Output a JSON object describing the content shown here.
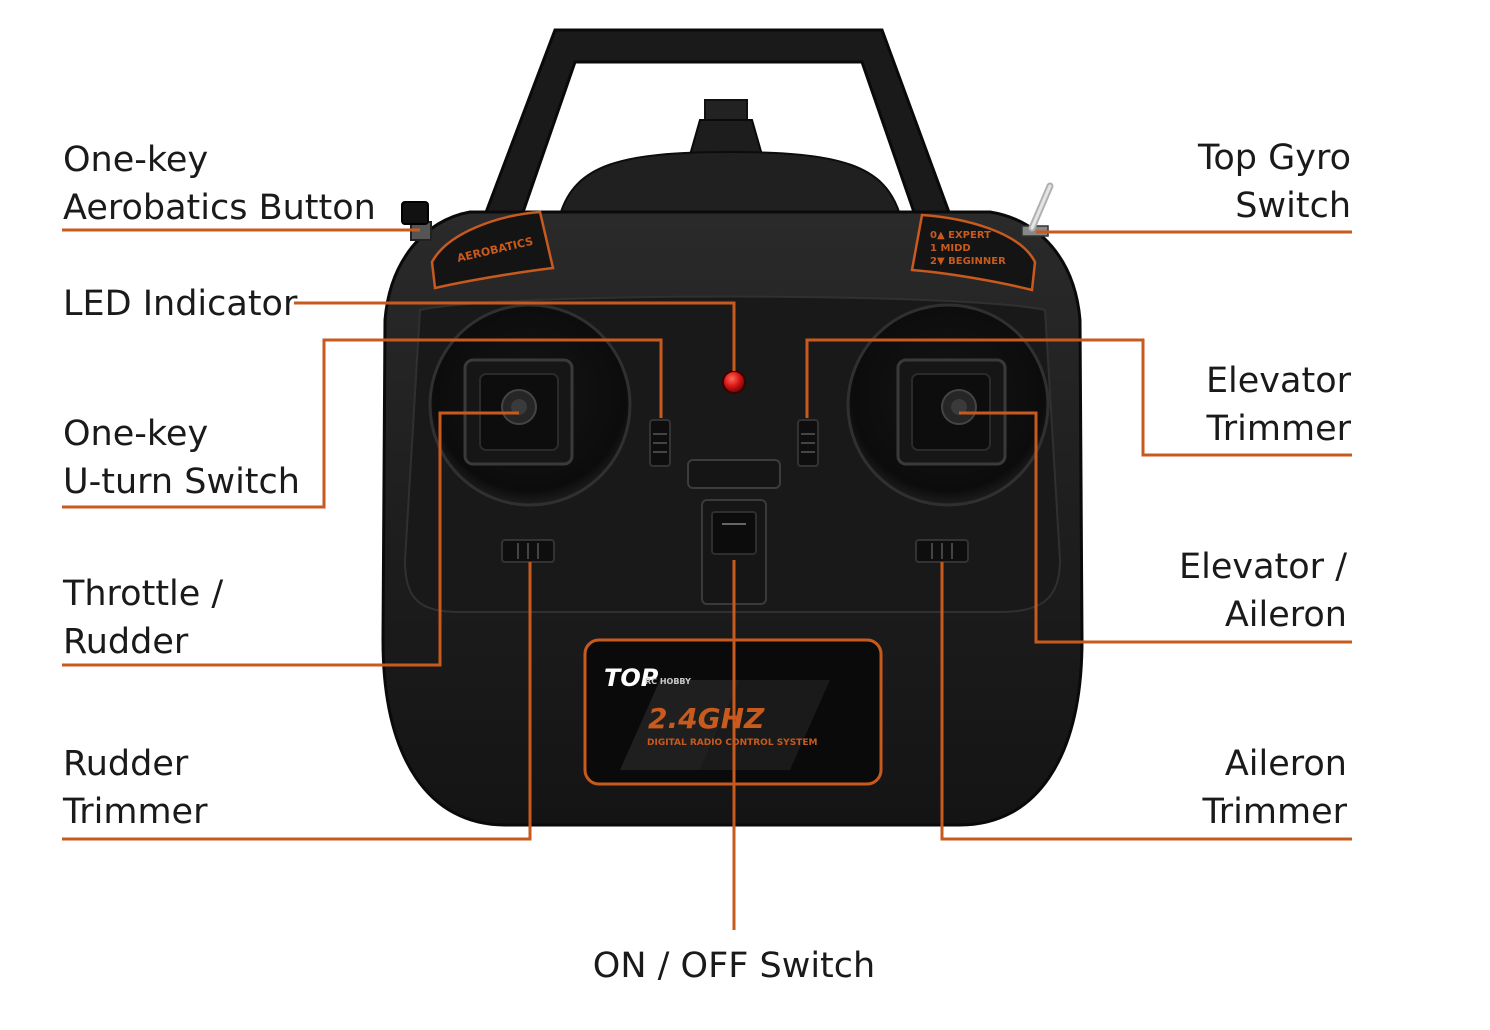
{
  "colors": {
    "accent": "#c85a1e",
    "body": "#1c1c1c",
    "led": "#d81414",
    "label_text": "#1a1a1a"
  },
  "device": {
    "panel_aerobatics": "AEROBATICS",
    "gyro_panel": {
      "row0": "0▲ EXPERT",
      "row1": "1  MIDD",
      "row2": "2▼ BEGINNER"
    },
    "brand": "TOP",
    "brand_sub": "RC HOBBY",
    "band": "2.4GHZ",
    "system": "DIGITAL RADIO CONTROL SYSTEM"
  },
  "labels": {
    "aerobatics": [
      "One-key",
      "Aerobatics Button"
    ],
    "led": [
      "LED Indicator"
    ],
    "uturn": [
      "One-key",
      "U-turn Switch"
    ],
    "throttle": [
      "Throttle /",
      "Rudder"
    ],
    "rudder_trim": [
      "Rudder",
      "Trimmer"
    ],
    "gyro": [
      "Top Gyro",
      "Switch"
    ],
    "elevator_trim": [
      "Elevator",
      "Trimmer"
    ],
    "elev_ail": [
      "Elevator /",
      "Aileron"
    ],
    "aileron_trim": [
      "Aileron",
      "Trimmer"
    ],
    "power": [
      "ON / OFF Switch"
    ]
  }
}
